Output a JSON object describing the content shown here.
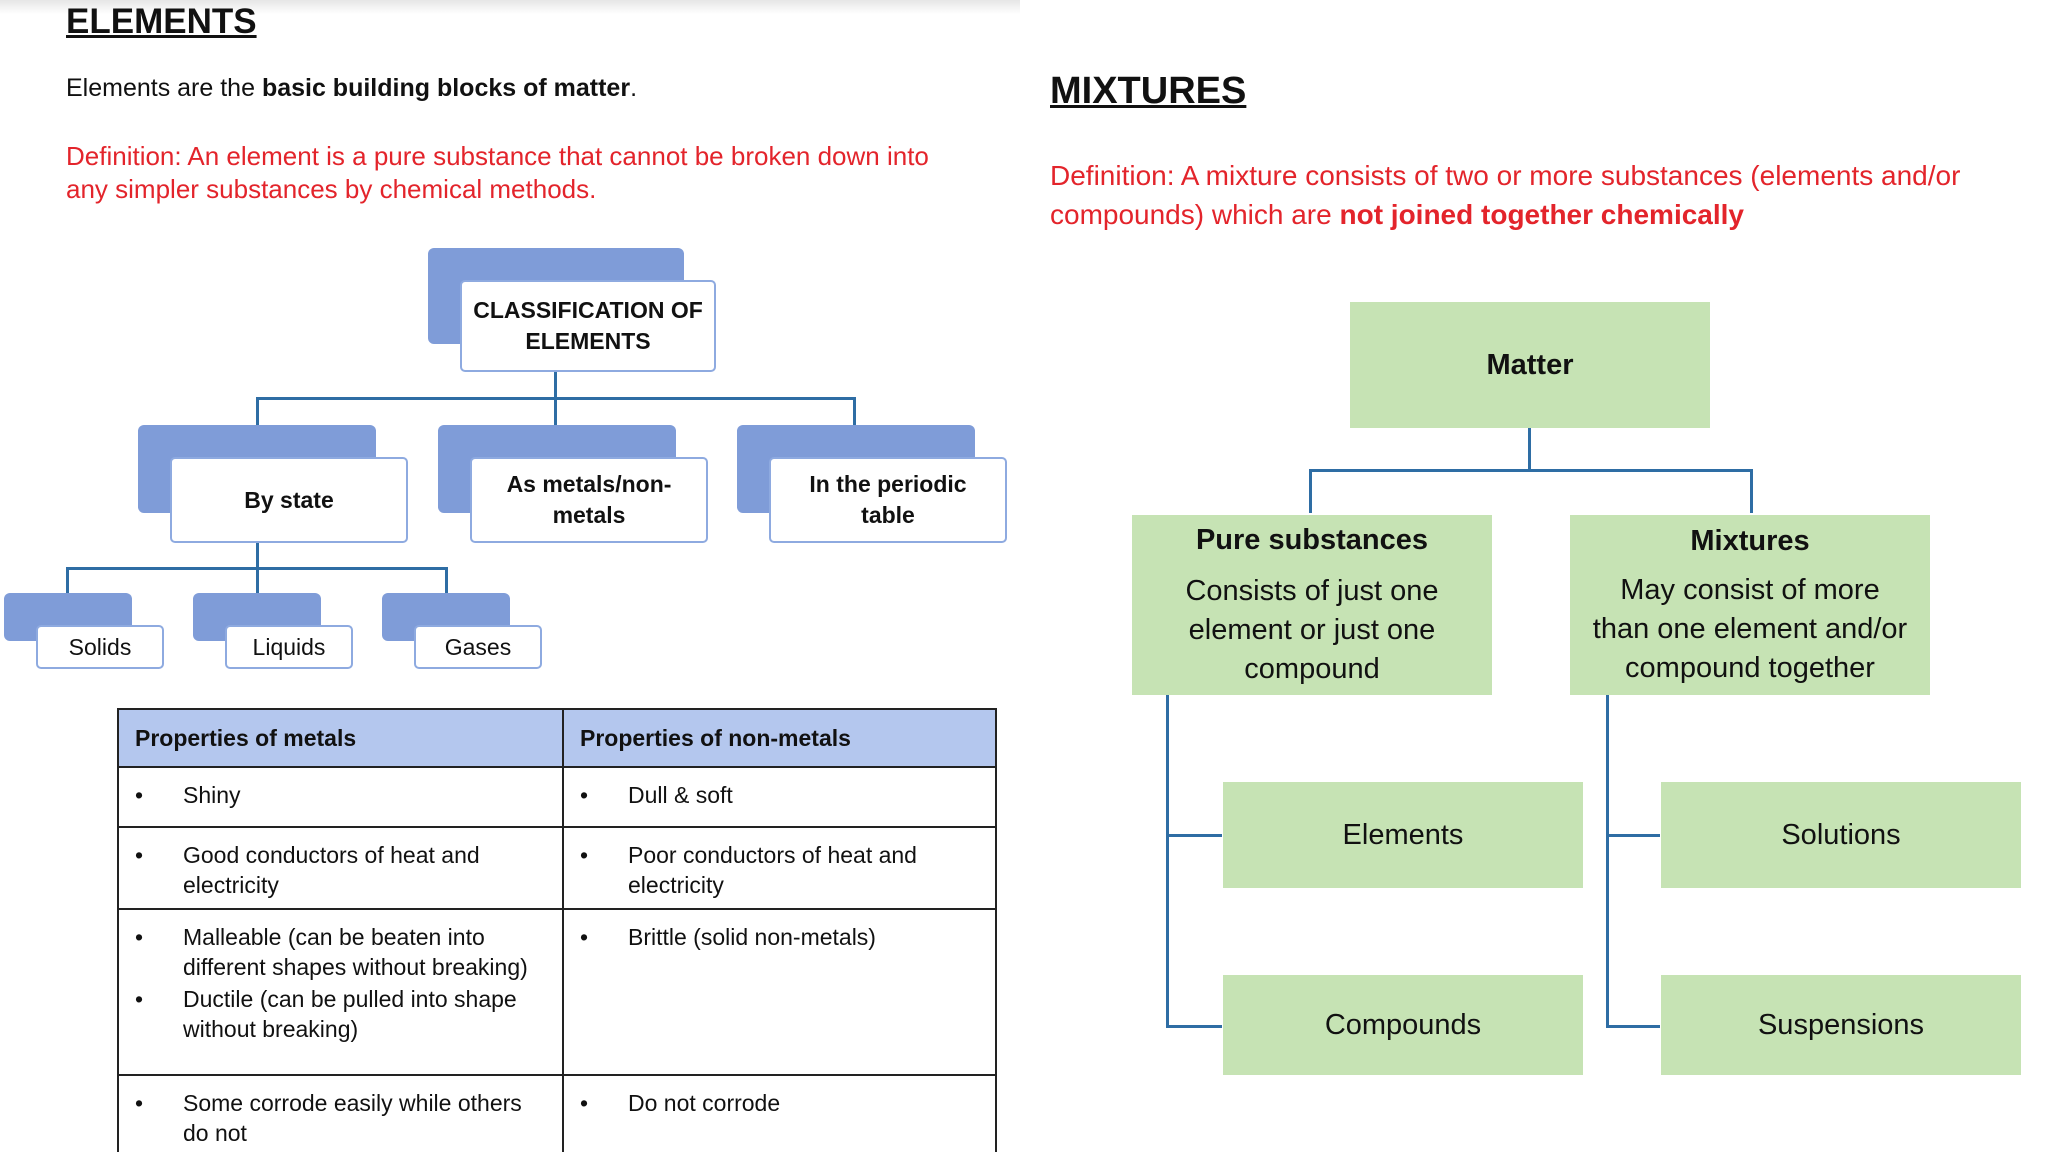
{
  "elements": {
    "heading": "ELEMENTS",
    "intro_prefix": "Elements are the ",
    "intro_bold": "basic building blocks of matter",
    "intro_suffix": ".",
    "definition": "Definition: An element is a pure substance that cannot be broken down into any simpler substances by chemical methods."
  },
  "classification": {
    "root": "CLASSIFICATION OF ELEMENTS",
    "branches": [
      "By state",
      "As metals/non-metals",
      "In the periodic table"
    ],
    "states": [
      "Solids",
      "Liquids",
      "Gases"
    ]
  },
  "properties_table": {
    "headers": [
      "Properties of metals",
      "Properties of non-metals"
    ],
    "rows": [
      {
        "metals": [
          "Shiny"
        ],
        "non_metals": [
          "Dull & soft"
        ]
      },
      {
        "metals": [
          "Good conductors of heat and electricity"
        ],
        "non_metals": [
          "Poor conductors of heat and electricity"
        ]
      },
      {
        "metals": [
          "Malleable (can be beaten into different shapes without breaking)",
          "Ductile (can be pulled into shape without breaking)"
        ],
        "non_metals": [
          "Brittle (solid non-metals)"
        ]
      },
      {
        "metals": [
          "Some corrode easily while others do not"
        ],
        "non_metals": [
          "Do not corrode"
        ]
      }
    ]
  },
  "mixtures": {
    "heading": "MIXTURES",
    "definition_prefix": "Definition: A mixture consists of two or more substances (elements and/or compounds) which are ",
    "definition_bold": "not joined together chemically"
  },
  "matter_diagram": {
    "root": "Matter",
    "pure": {
      "title": "Pure substances",
      "desc": "Consists of just one element or just one compound"
    },
    "mix": {
      "title": "Mixtures",
      "desc": "May consist of more than one element and/or compound together"
    },
    "pure_children": [
      "Elements",
      "Compounds"
    ],
    "mix_children": [
      "Solutions",
      "Suspensions"
    ]
  },
  "colors": {
    "definition_red": "#e3242b",
    "connector_blue": "#2e6da4",
    "box_shadow_blue": "#7f9cd8",
    "table_header_blue": "#b4c7ee",
    "diagram_green": "#c6e3b4"
  }
}
